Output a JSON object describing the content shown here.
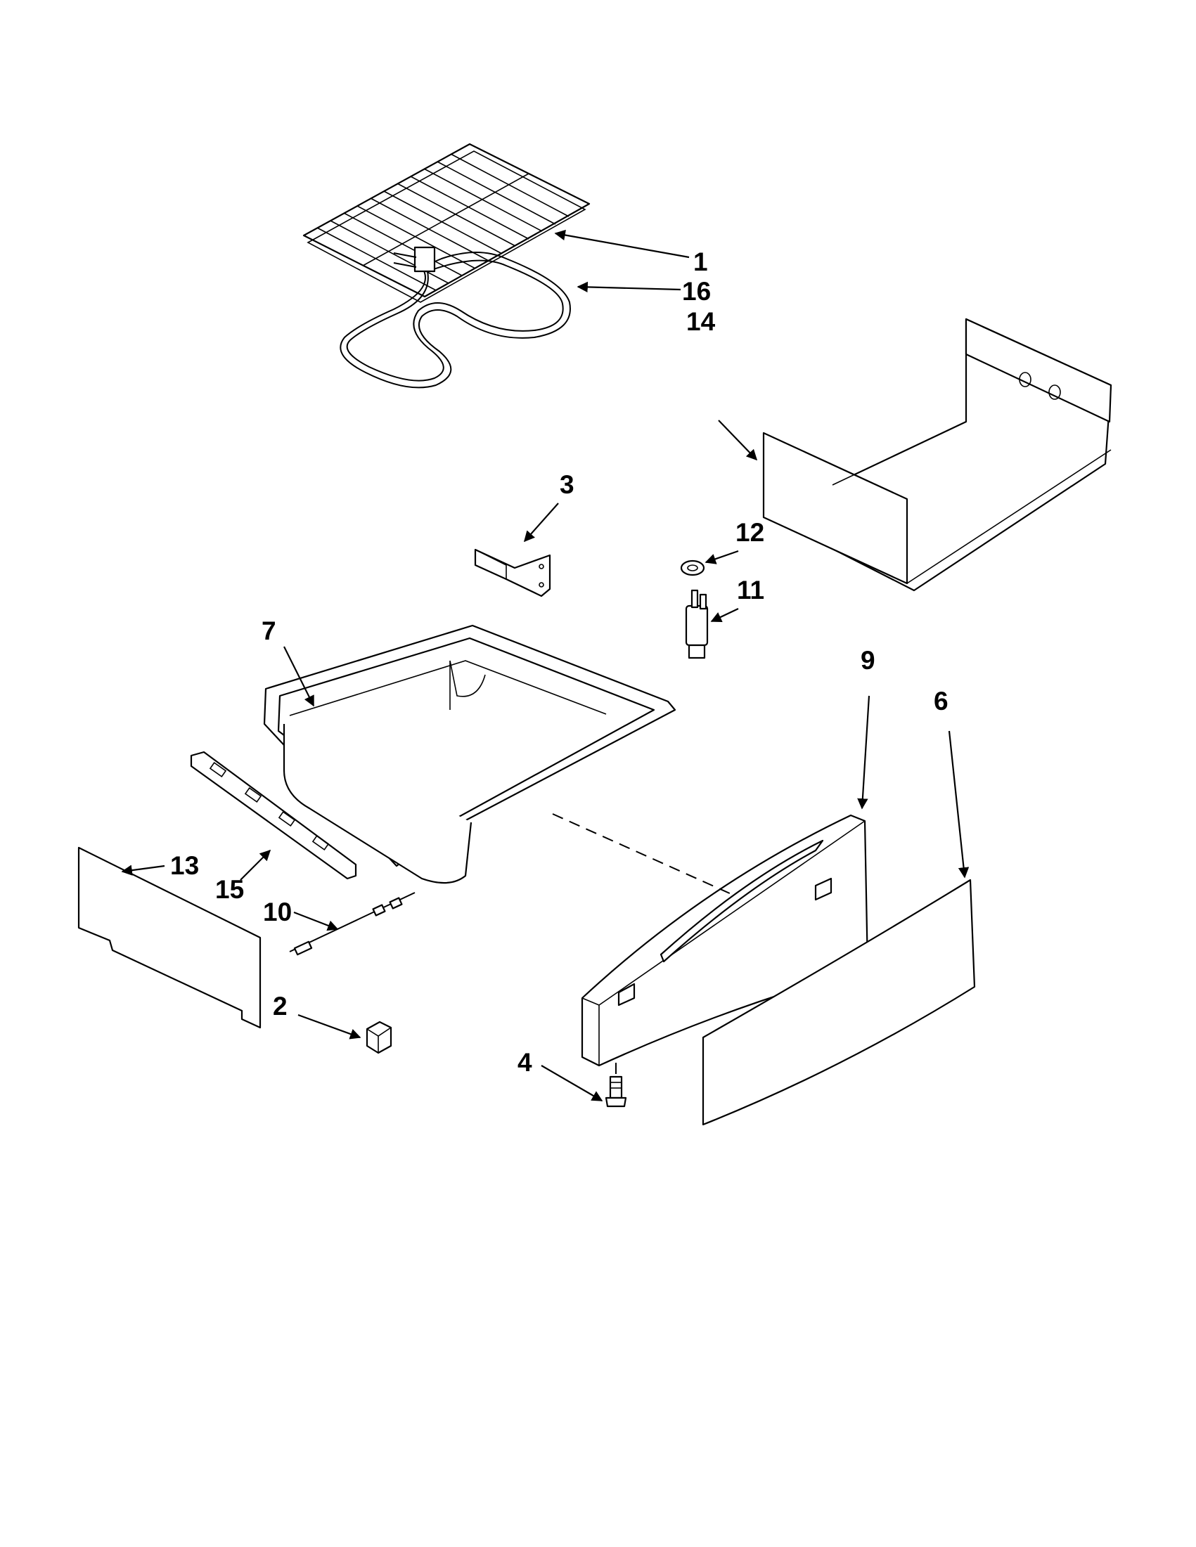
{
  "callouts": {
    "c1": "1",
    "c2": "2",
    "c3": "3",
    "c4": "4",
    "c6": "6",
    "c7": "7",
    "c9": "9",
    "c10": "10",
    "c11": "11",
    "c12": "12",
    "c13": "13",
    "c14": "14",
    "c15": "15",
    "c16": "16"
  },
  "colors": {
    "line": "#000000",
    "background": "#ffffff"
  }
}
